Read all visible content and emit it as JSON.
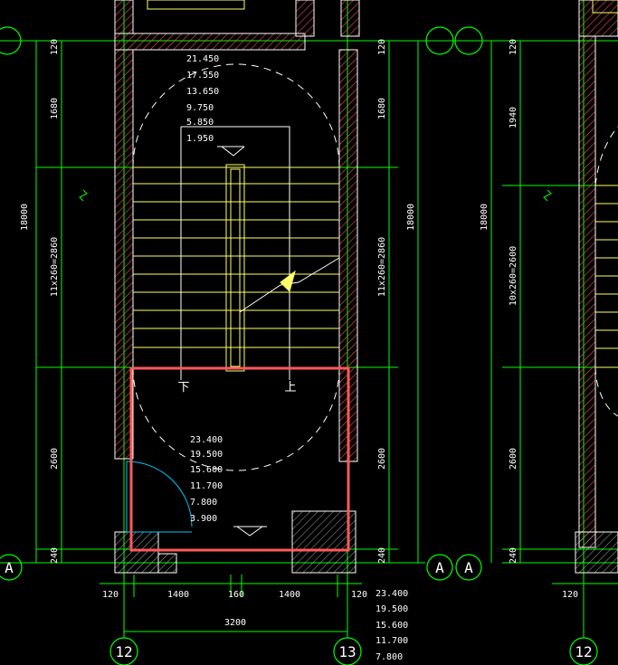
{
  "colors": {
    "background": "#000000",
    "dimension": "#00ff00",
    "wall": "#ff4d4d",
    "stair": "#ffff66",
    "outline": "#ffffff",
    "highlight": "#ff5a5a",
    "door": "#00c8ff"
  },
  "elevations_upper": [
    "21.450",
    "17.550",
    "13.650",
    "9.750",
    "5.850",
    "1.950"
  ],
  "elevations_lower": [
    "23.400",
    "19.500",
    "15.600",
    "11.700",
    "7.800",
    "3.900"
  ],
  "elevations_bottom_right": [
    "23.400",
    "19.500",
    "15.600",
    "11.700",
    "7.800"
  ],
  "stair_labels": {
    "down": "下",
    "up": "上"
  },
  "left_dims": {
    "top": "120",
    "upper": "1680",
    "middle": "11x260=2860",
    "lower": "2600",
    "bottom": "240",
    "total": "18000"
  },
  "center_dims": {
    "top": "120",
    "upper": "1680",
    "middle": "11x260=2860",
    "lower": "2600",
    "bottom": "240",
    "total": "18000"
  },
  "right_dims": {
    "top": "120",
    "upper": "1940",
    "middle": "10x260=2600",
    "lower": "2600",
    "bottom": "240",
    "total": "18000"
  },
  "bottom_dims": {
    "d1": "120",
    "d2": "1400",
    "d3": "160",
    "d4": "1400",
    "d5": "120",
    "total": "3200",
    "right_d1": "120"
  },
  "axis_labels": {
    "left_row": "A",
    "mid_row_1": "A",
    "mid_row_2": "A",
    "col_12": "12",
    "col_13": "13",
    "col_12_right": "12"
  }
}
